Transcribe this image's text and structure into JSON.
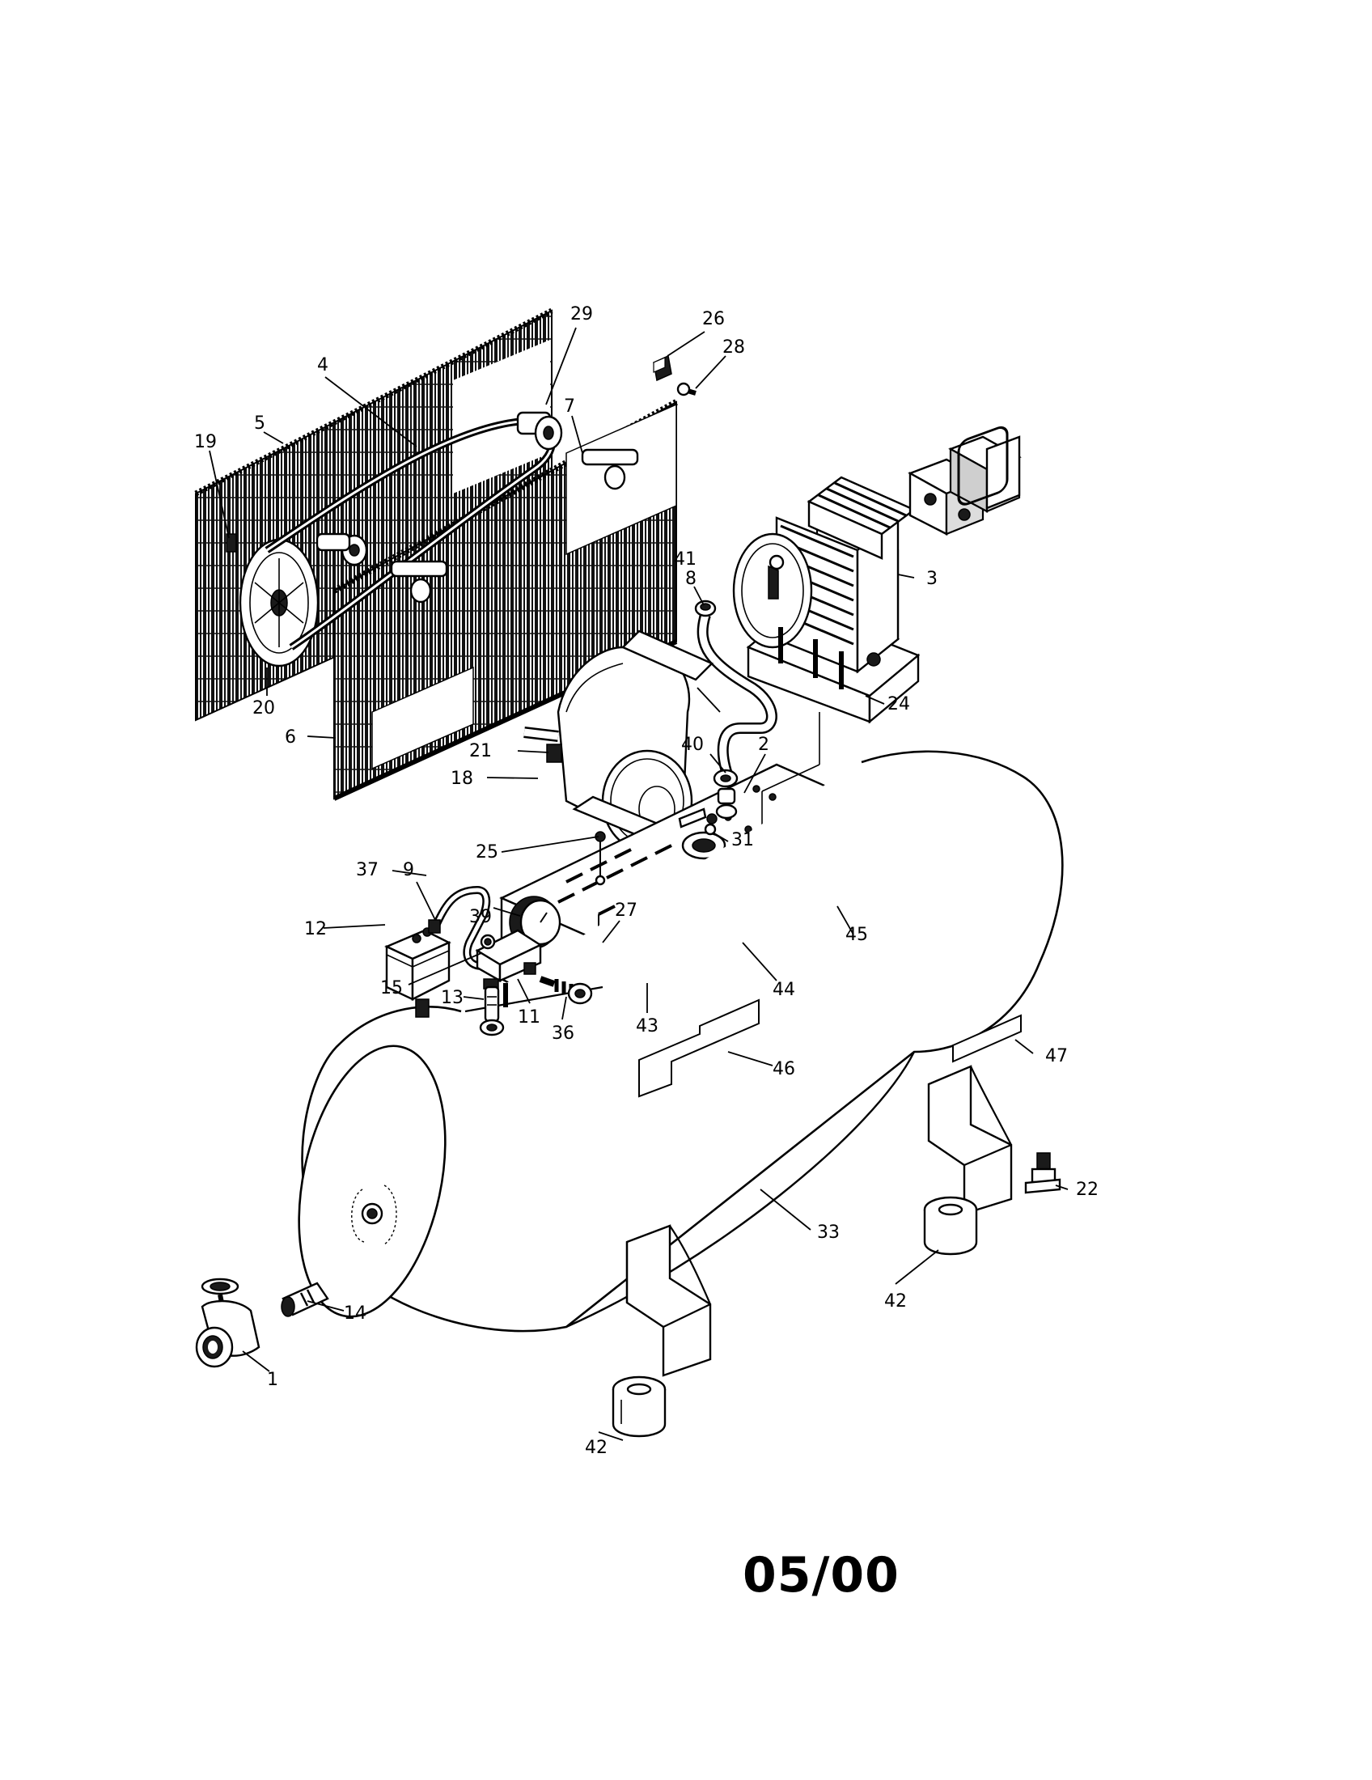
{
  "document": {
    "footer_code": "05/00"
  },
  "callouts": [
    {
      "id": "c1",
      "label": "1"
    },
    {
      "id": "c2",
      "label": "2"
    },
    {
      "id": "c3",
      "label": "3"
    },
    {
      "id": "c4",
      "label": "4"
    },
    {
      "id": "c5",
      "label": "5"
    },
    {
      "id": "c6",
      "label": "6"
    },
    {
      "id": "c7",
      "label": "7"
    },
    {
      "id": "c8",
      "label": "8"
    },
    {
      "id": "c9",
      "label": "9"
    },
    {
      "id": "c11",
      "label": "11"
    },
    {
      "id": "c12",
      "label": "12"
    },
    {
      "id": "c13",
      "label": "13"
    },
    {
      "id": "c14",
      "label": "14"
    },
    {
      "id": "c15",
      "label": "15"
    },
    {
      "id": "c18",
      "label": "18"
    },
    {
      "id": "c19",
      "label": "19"
    },
    {
      "id": "c20",
      "label": "20"
    },
    {
      "id": "c21",
      "label": "21"
    },
    {
      "id": "c22",
      "label": "22"
    },
    {
      "id": "c24",
      "label": "24"
    },
    {
      "id": "c25",
      "label": "25"
    },
    {
      "id": "c26",
      "label": "26"
    },
    {
      "id": "c27",
      "label": "27"
    },
    {
      "id": "c28",
      "label": "28"
    },
    {
      "id": "c29",
      "label": "29"
    },
    {
      "id": "c31",
      "label": "31"
    },
    {
      "id": "c33",
      "label": "33"
    },
    {
      "id": "c36",
      "label": "36"
    },
    {
      "id": "c37",
      "label": "37"
    },
    {
      "id": "c39",
      "label": "39"
    },
    {
      "id": "c40",
      "label": "40"
    },
    {
      "id": "c41",
      "label": "41"
    },
    {
      "id": "c42a",
      "label": "42"
    },
    {
      "id": "c42b",
      "label": "42"
    },
    {
      "id": "c43",
      "label": "43"
    },
    {
      "id": "c44",
      "label": "44"
    },
    {
      "id": "c45",
      "label": "45"
    },
    {
      "id": "c46",
      "label": "46"
    },
    {
      "id": "c47",
      "label": "47"
    }
  ]
}
